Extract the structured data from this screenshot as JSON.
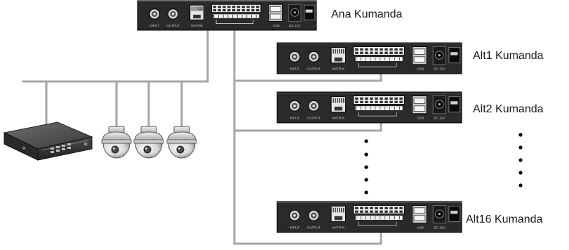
{
  "labels": {
    "main": "Ana Kumanda",
    "sub1": "Alt1 Kumanda",
    "sub2": "Alt2 Kumanda",
    "sub16": "Alt16 Kumanda"
  },
  "panel_text": {
    "input": "INPUT",
    "output": "OUTPUT",
    "matrix": "MATRIX",
    "usb": "USB",
    "dc": "DC 12V"
  },
  "colors": {
    "cable": "#a6a6a6",
    "panel": "#2a2a2a",
    "panel_edge": "#111111"
  }
}
